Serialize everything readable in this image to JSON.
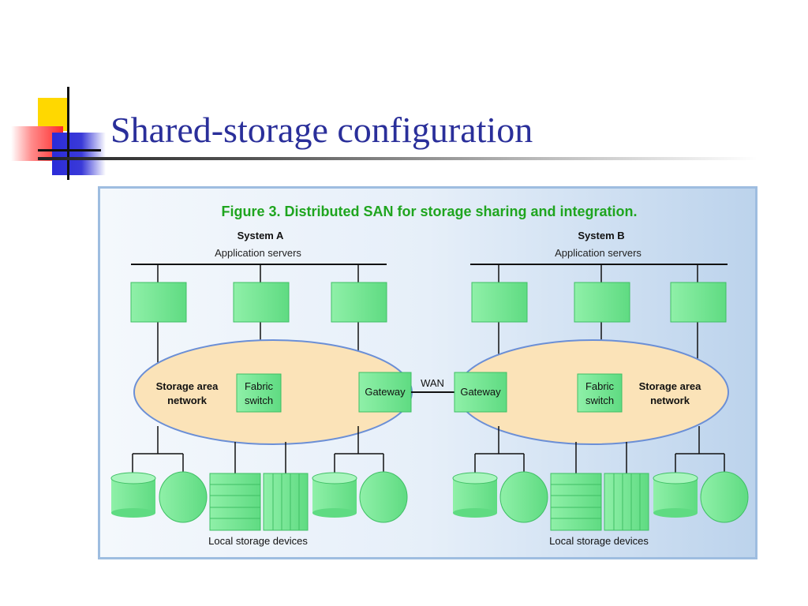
{
  "slide": {
    "title": "Shared-storage configuration"
  },
  "figure": {
    "caption": "Figure 3. Distributed SAN for storage sharing and integration.",
    "wan_label": "WAN",
    "system_a": {
      "name": "System A",
      "servers_label": "Application servers",
      "san_label_line1": "Storage area",
      "san_label_line2": "network",
      "fabric_line1": "Fabric",
      "fabric_line2": "switch",
      "gateway": "Gateway",
      "storage_label": "Local storage devices"
    },
    "system_b": {
      "name": "System B",
      "servers_label": "Application servers",
      "san_label_line1": "Storage area",
      "san_label_line2": "network",
      "fabric_line1": "Fabric",
      "fabric_line2": "switch",
      "gateway": "Gateway",
      "storage_label": "Local storage devices"
    }
  },
  "colors": {
    "title": "#2a2f9a",
    "caption": "#1fa51f",
    "device_fill": "#7fe39a",
    "device_dark": "#3fbf64",
    "san_fill": "#fbe3b8",
    "san_stroke": "#6b8fd6"
  }
}
